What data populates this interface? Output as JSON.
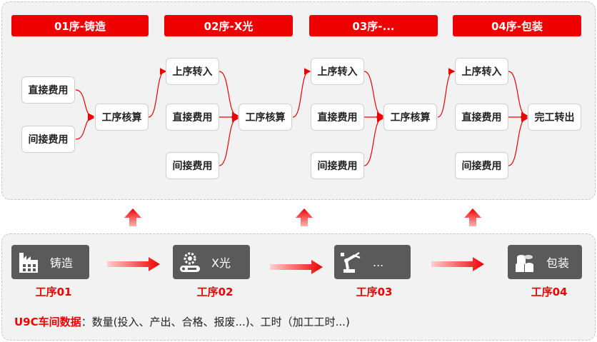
{
  "headers": [
    "01序-铸造",
    "02序-X光",
    "03序-...",
    "04序-包装"
  ],
  "stage1": {
    "direct": "直接费用",
    "indirect": "间接费用",
    "calc": "工序核算"
  },
  "stage2": {
    "inbound": "上序转入",
    "direct": "直接费用",
    "indirect": "间接费用",
    "calc": "工序核算"
  },
  "stage3": {
    "inbound": "上序转入",
    "direct": "直接费用",
    "indirect": "间接费用",
    "calc": "工序核算"
  },
  "stage4": {
    "inbound": "上序转入",
    "direct": "直接费用",
    "indirect": "间接费用",
    "finish": "完工转出"
  },
  "processes": [
    {
      "name": "铸造",
      "icon": "factory-icon",
      "label": "工序01"
    },
    {
      "name": "X光",
      "icon": "gear-conveyor-icon",
      "label": "工序02"
    },
    {
      "name": "...",
      "icon": "robot-arm-icon",
      "label": "工序03"
    },
    {
      "name": "包装",
      "icon": "rolls-icon",
      "label": "工序04"
    }
  ],
  "footer": {
    "highlight": "U9C车间数据",
    "text": "：数量(投入、产出、合格、报废...)、工时（加工工时...)"
  },
  "colors": {
    "accent": "#ee0000",
    "process_box": "#5a5a5a",
    "panel": "#f2f2f2"
  }
}
